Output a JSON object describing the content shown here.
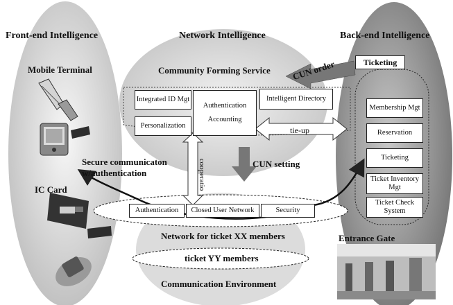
{
  "columns": {
    "front": "Front-end Intelligence",
    "network": "Network Intelligence",
    "back": "Back-end Intelligence"
  },
  "front": {
    "mobile_terminal": "Mobile Terminal",
    "ic_card": "IC Card",
    "secure_line1": "Secure communicaton",
    "secure_line2": "w/authentication"
  },
  "network": {
    "cfs_title": "Community Forming Service",
    "integrated_id": "Integrated ID Mgt",
    "personalization": "Personalization",
    "auth_line1": "Authentication",
    "auth_line2": "Accounting",
    "directory": "Intelligent Directory",
    "tieup": "tie-up",
    "cun_order": "CUN order",
    "cun_setting": "CUN setting",
    "cooperation": "cooperatio"
  },
  "communication": {
    "authentication": "Authentication",
    "closed_user_network": "Closed User Network",
    "security": "Security",
    "net_xx": "Network for ticket XX members",
    "net_yy": "ticket YY members",
    "title": "Communication Environment"
  },
  "back": {
    "ticketing_label": "Ticketing",
    "membership": "Membership Mgt",
    "reservation": "Reservation",
    "ticketing": "Ticketing",
    "inventory_line1": "Ticket Inventory",
    "inventory_line2": "Mgt",
    "check_line1": "Ticket Check",
    "check_line2": "System",
    "entrance_gate": "Entrance Gate"
  }
}
